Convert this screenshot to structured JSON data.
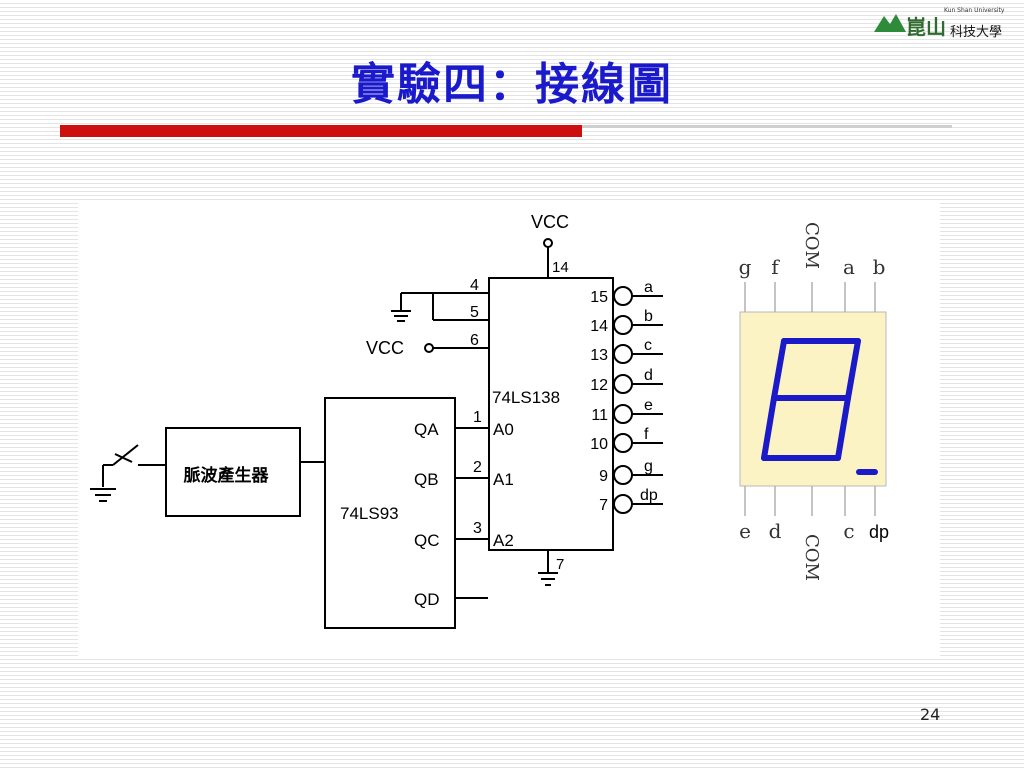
{
  "slide": {
    "title": "實驗四：接線圖",
    "page_number": "24",
    "accent_color": "#cc1010",
    "title_color": "#1a1acc"
  },
  "logo": {
    "brand_glyphs": "崑山",
    "subtitle": "科技大學",
    "english": "Kun Shan University",
    "color": "#2e8b3a"
  },
  "diagram": {
    "switch_symbol": "switch-to-ground",
    "pulse_generator": "脈波產生器",
    "counter": {
      "name": "74LS93",
      "outputs": [
        "QA",
        "QB",
        "QC",
        "QD"
      ]
    },
    "decoder": {
      "name": "74LS138",
      "vcc_label": "VCC",
      "vcc_pin": "14",
      "gnd_pin": "7",
      "enable_pins": [
        "4",
        "5",
        "6"
      ],
      "enable_vcc": "VCC",
      "inputs": [
        {
          "pin": "1",
          "label": "A0"
        },
        {
          "pin": "2",
          "label": "A1"
        },
        {
          "pin": "3",
          "label": "A2"
        }
      ],
      "outputs": [
        {
          "pin": "15",
          "signal": "a"
        },
        {
          "pin": "14",
          "signal": "b"
        },
        {
          "pin": "13",
          "signal": "c"
        },
        {
          "pin": "12",
          "signal": "d"
        },
        {
          "pin": "11",
          "signal": "e"
        },
        {
          "pin": "10",
          "signal": "f"
        },
        {
          "pin": "9",
          "signal": "g"
        },
        {
          "pin": "7",
          "signal": "dp"
        }
      ]
    },
    "seven_segment": {
      "top_pins": [
        "g",
        "f",
        "COM",
        "a",
        "b"
      ],
      "bottom_pins": [
        "e",
        "d",
        "COM",
        "c",
        "dp"
      ],
      "body_color": "#fbf3c4",
      "segment_color": "#1a1ac8"
    }
  }
}
